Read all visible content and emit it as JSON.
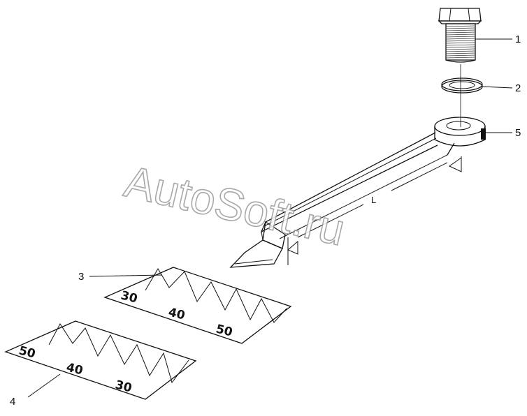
{
  "watermark": "AutoSoft.ru",
  "callouts": [
    "1",
    "2",
    "3",
    "4",
    "5"
  ],
  "dimension_label": "L",
  "scale_3": [
    "30",
    "40",
    "50"
  ],
  "scale_4": [
    "50",
    "40",
    "30"
  ]
}
